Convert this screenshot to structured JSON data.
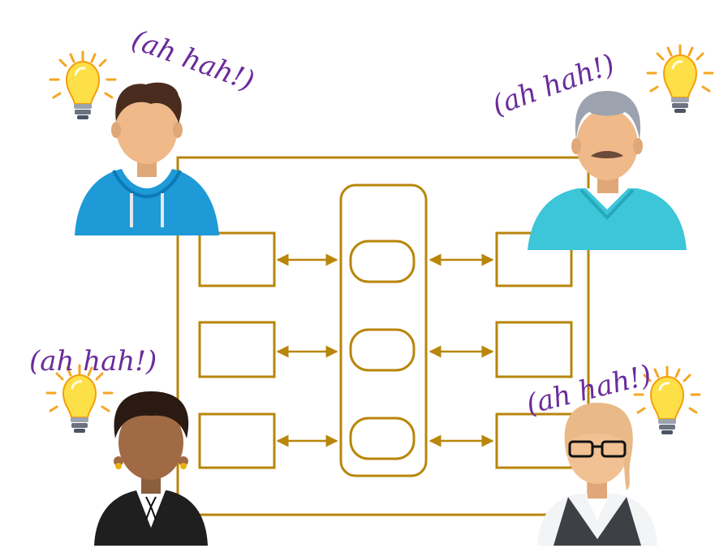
{
  "diagram": {
    "accent_color": "#b8860b",
    "exclamation_color": "#6a2c9a",
    "left_boxes_count": 3,
    "center_pills_count": 3,
    "right_boxes_count": 3
  },
  "people": [
    {
      "role": "young-man",
      "exclamation": "(ah hah!)",
      "icon": "lightbulb-icon"
    },
    {
      "role": "older-man",
      "exclamation": "(ah hah!)",
      "icon": "lightbulb-icon"
    },
    {
      "role": "woman-business",
      "exclamation": "(ah hah!)",
      "icon": "lightbulb-icon"
    },
    {
      "role": "woman-glasses",
      "exclamation": "(ah hah!)",
      "icon": "lightbulb-icon"
    }
  ]
}
